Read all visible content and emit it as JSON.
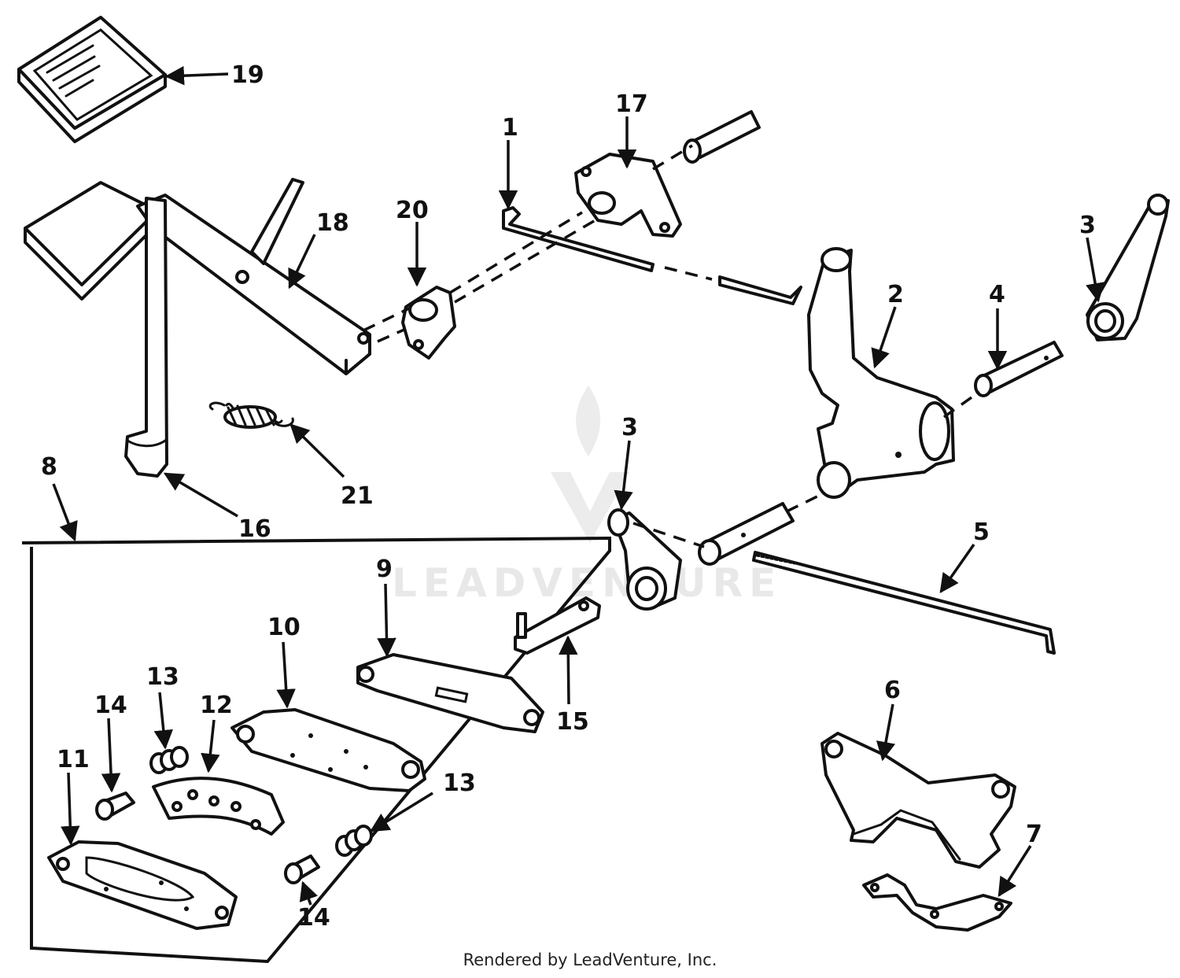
{
  "labels": {
    "p1": "1",
    "p2": "2",
    "p3a": "3",
    "p3b": "3",
    "p4": "4",
    "p5": "5",
    "p6": "6",
    "p7": "7",
    "p8": "8",
    "p9": "9",
    "p10": "10",
    "p11": "11",
    "p12": "12",
    "p13a": "13",
    "p13b": "13",
    "p14a": "14",
    "p14b": "14",
    "p15": "15",
    "p16": "16",
    "p17": "17",
    "p18": "18",
    "p19": "19",
    "p20": "20",
    "p21": "21"
  },
  "watermark": "LEADVENTURE",
  "footer": "Rendered by LeadVenture, Inc."
}
